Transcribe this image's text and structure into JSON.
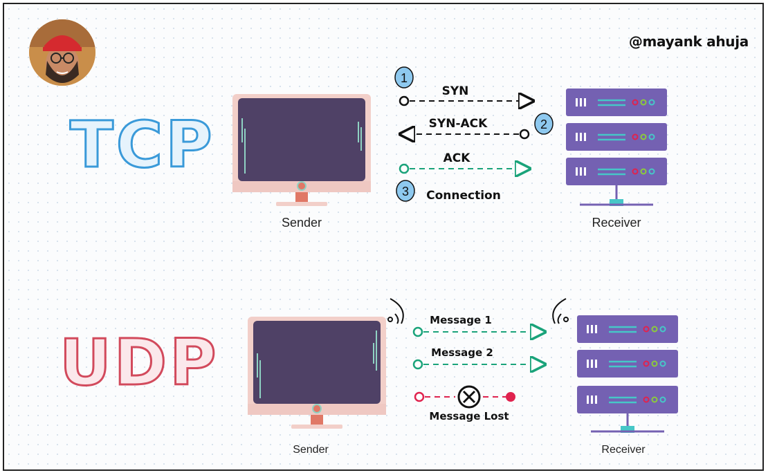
{
  "handle": "@mayank ahuja",
  "tcp": {
    "title": "TCP",
    "sender_label": "Sender",
    "receiver_label": "Receiver",
    "steps": [
      {
        "num": "1",
        "label": "SYN"
      },
      {
        "num": "2",
        "label": "SYN-ACK"
      },
      {
        "num": "",
        "label": "ACK"
      },
      {
        "num": "3",
        "label": "Connection"
      }
    ]
  },
  "udp": {
    "title": "UDP",
    "sender_label": "Sender",
    "receiver_label": "Receiver",
    "messages": [
      {
        "label": "Message 1"
      },
      {
        "label": "Message 2"
      },
      {
        "label": "Message Lost"
      }
    ]
  },
  "colors": {
    "tcp_blue": "#3a9ad9",
    "udp_red": "#d24a5c",
    "ack_green": "#1aa37a",
    "lost_red": "#e0234e",
    "server_purple": "#7461b2",
    "screen_purple": "#4f4166",
    "step_badge": "#8ec9ef"
  },
  "icons": [
    "avatar-photo",
    "monitor-icon",
    "server-rack-icon",
    "wifi-signal-icon",
    "x-circle-icon"
  ]
}
